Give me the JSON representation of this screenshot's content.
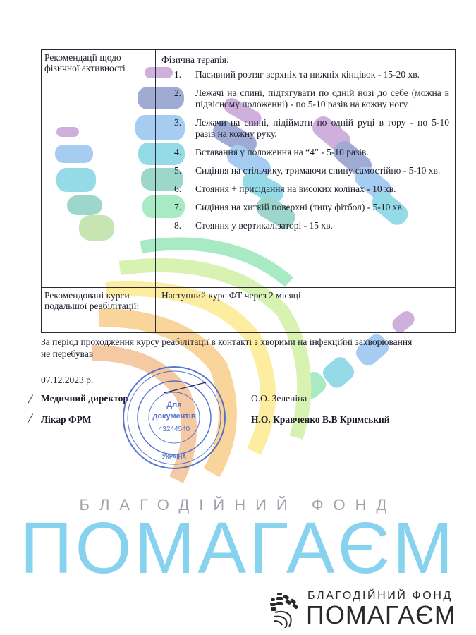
{
  "table": {
    "row1_label": "Рекомендації щодо фізичної активності",
    "therapy_heading": "Фізична терапія:",
    "exercises": [
      {
        "num": "1.",
        "text": "Пасивний розтяг верхніх та нижніх кінцівок - 15-20 хв."
      },
      {
        "num": "2.",
        "text": "Лежачі на спині, підтягувати по одній нозі до себе (можна в підвісному положенні) - по 5-10 разів на кожну ногу."
      },
      {
        "num": "3.",
        "text": "Лежачи на спині, підіймати по одній руці в гору - по 5-10 разів на кожну руку."
      },
      {
        "num": "4.",
        "text": "Вставання у положення на “4” - 5-10 разів."
      },
      {
        "num": "5.",
        "text": "Сидіння на стільчику, тримаючи спину самостійно - 5-10 хв."
      },
      {
        "num": "6.",
        "text": "Стояння + присідання на високих колінах - 10 хв."
      },
      {
        "num": "7.",
        "text": "Сидіння на хиткій поверхні (типу фітбол) - 5-10 хв."
      },
      {
        "num": "8.",
        "text": "Стояння у вертикалізаторі - 15 хв."
      }
    ],
    "row2_label": "Рекомендовані курси подальшої реабілітації:",
    "row2_value": "Наступний курс ФТ через 2 місяці"
  },
  "note": "За період проходження курсу реабілітації в контакті з хворими на інфекційні захворювання не перебував",
  "date": "07.12.2023 р.",
  "signatures": [
    {
      "role": "Медичний директор",
      "name": "О.О. Зеленіна"
    },
    {
      "role": "Лікар ФРМ",
      "name": "Н.О. Кравченко  В.В Кримський"
    }
  ],
  "stamp": {
    "center_line1": "Для",
    "center_line2": "документів",
    "code": "43244540",
    "country": "УКРАЇНА",
    "color": "#3b5ec9"
  },
  "watermark": {
    "line1": "БЛАГОДІЙНИЙ ФОНД",
    "line2": "ПОМАГАЄМ",
    "colors": [
      "#8e44ad",
      "#2e86de",
      "#1e3799",
      "#00a8c6",
      "#2ecc71",
      "#a3e048",
      "#f7d51d",
      "#f39c12",
      "#e67e22"
    ]
  },
  "logo": {
    "icon": "fingerprint-hand-icon",
    "line1": "БЛАГОДІЙНИЙ ФОНД",
    "line2": "ПОМАГАЄМ"
  }
}
